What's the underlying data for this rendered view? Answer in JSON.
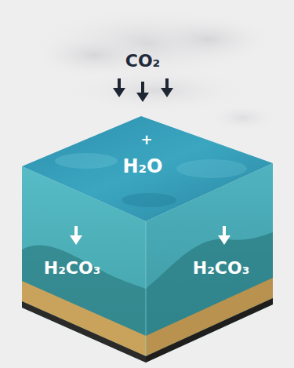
{
  "diagram": {
    "labels": [
      "CO₂",
      "+",
      "H₂O",
      "H₂CO₃",
      "H₂CO₃"
    ]
  }
}
